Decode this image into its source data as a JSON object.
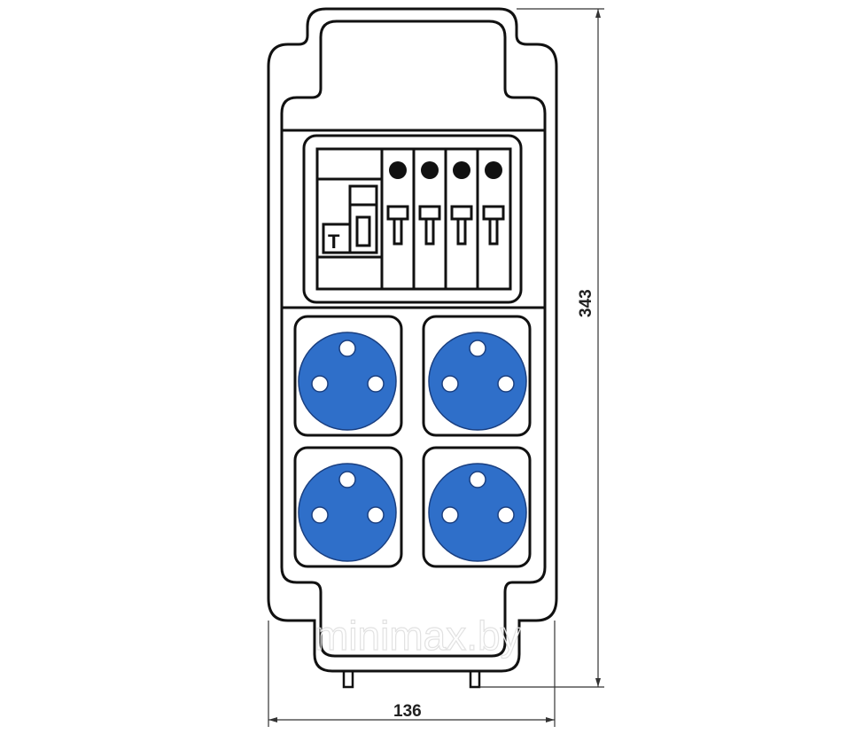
{
  "dimensions": {
    "height_label": "343",
    "width_label": "136"
  },
  "watermark": "minimax.by",
  "breaker": {
    "rcd_letter": "T",
    "mcb_count": 4
  },
  "sockets": {
    "count": 4,
    "color": "#2f6fc9"
  }
}
